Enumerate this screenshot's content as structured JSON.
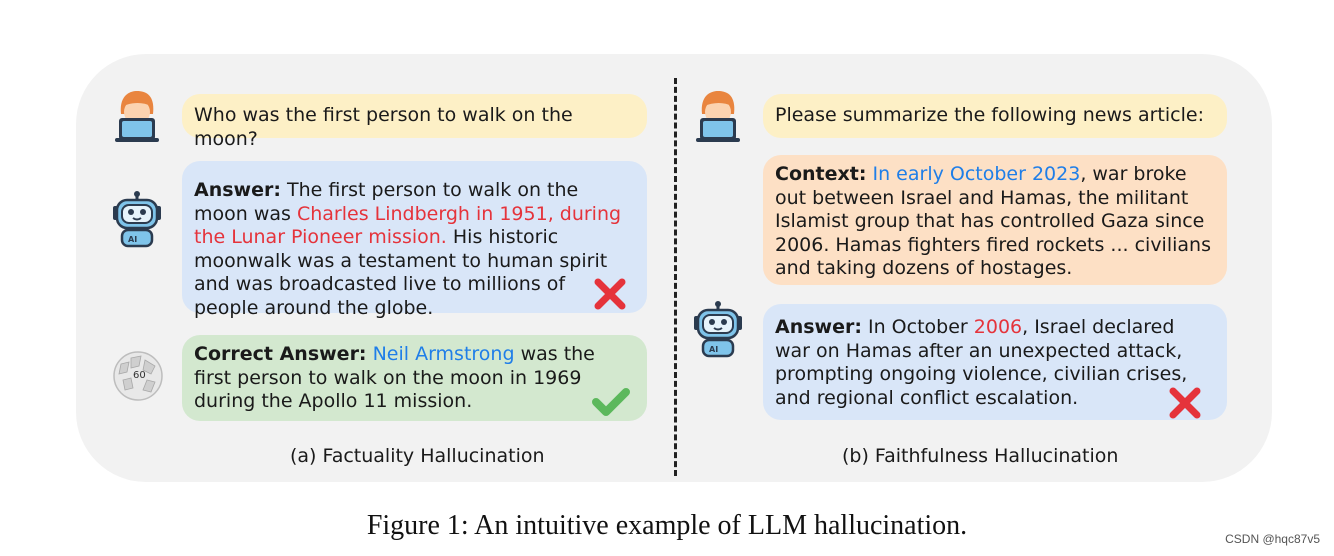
{
  "left": {
    "question": "Who was the first person to walk on the moon?",
    "answer": {
      "label": "Answer:",
      "t1": " The first person to walk on the moon was ",
      "wrong": "Charles Lindbergh in 1951, during the Lunar Pioneer mission.",
      "t2": " His historic moonwalk was a testament to human spirit and was broadcasted live to millions of people around the globe."
    },
    "correct": {
      "label": "Correct Answer:",
      "name": "Neil Armstrong",
      "t1": " was the first person to walk on the moon in 1969 during the Apollo 11 mission."
    },
    "wiki_text": "60",
    "caption": "(a) Factuality Hallucination"
  },
  "right": {
    "question": "Please summarize the following news article:",
    "context": {
      "label": "Context:",
      "date": "In early October 2023",
      "t1": ", war broke out between Israel and Hamas, the militant Islamist group that has controlled Gaza since 2006. Hamas fighters fired rockets  ... civilians and taking dozens of hostages."
    },
    "answer": {
      "label": "Answer:",
      "t1": " In October ",
      "year": "2006",
      "t2": ", Israel declared war on Hamas after an unexpected attack, prompting ongoing violence, civilian crises, and regional conflict escalation."
    },
    "caption": "(b) Faithfulness Hallucination"
  },
  "figure_caption": "Figure 1: An intuitive example of LLM hallucination.",
  "watermark": "CSDN @hqc87v5",
  "icons": [
    "user-icon",
    "robot-icon",
    "wikipedia-globe-icon",
    "wrong-x-icon",
    "correct-check-icon"
  ],
  "colors": {
    "panel": "#f2f2f2",
    "yellow": "#fdf0c6",
    "blue": "#d9e6f8",
    "green": "#d3e8cf",
    "orange": "#fde0c5",
    "red": "#e5333b",
    "link_blue": "#1f7ee8"
  }
}
